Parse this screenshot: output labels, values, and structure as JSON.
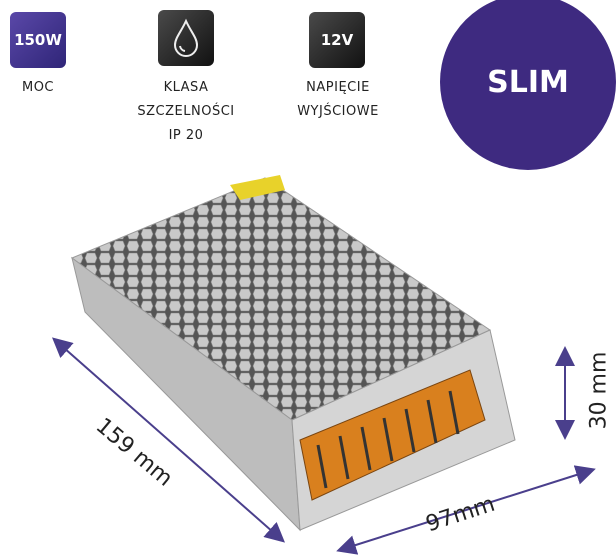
{
  "features": [
    {
      "badge": "150W",
      "icon": "power-badge",
      "label_lines": [
        "MOC"
      ]
    },
    {
      "badge": "",
      "icon": "water-drop-icon",
      "label_lines": [
        "KLASA",
        "SZCZELNOŚCI",
        "IP 20"
      ]
    },
    {
      "badge": "12V",
      "icon": "voltage-badge",
      "label_lines": [
        "NAPIĘCIE",
        "WYJŚCIOWE"
      ]
    }
  ],
  "circle_label": "SLIM",
  "dimensions": {
    "length": "159 mm",
    "width": "97mm",
    "height": "30 mm"
  },
  "colors": {
    "accent": "#3e2a80",
    "arrow": "#4a3f8c",
    "terminal": "#d9801e"
  }
}
